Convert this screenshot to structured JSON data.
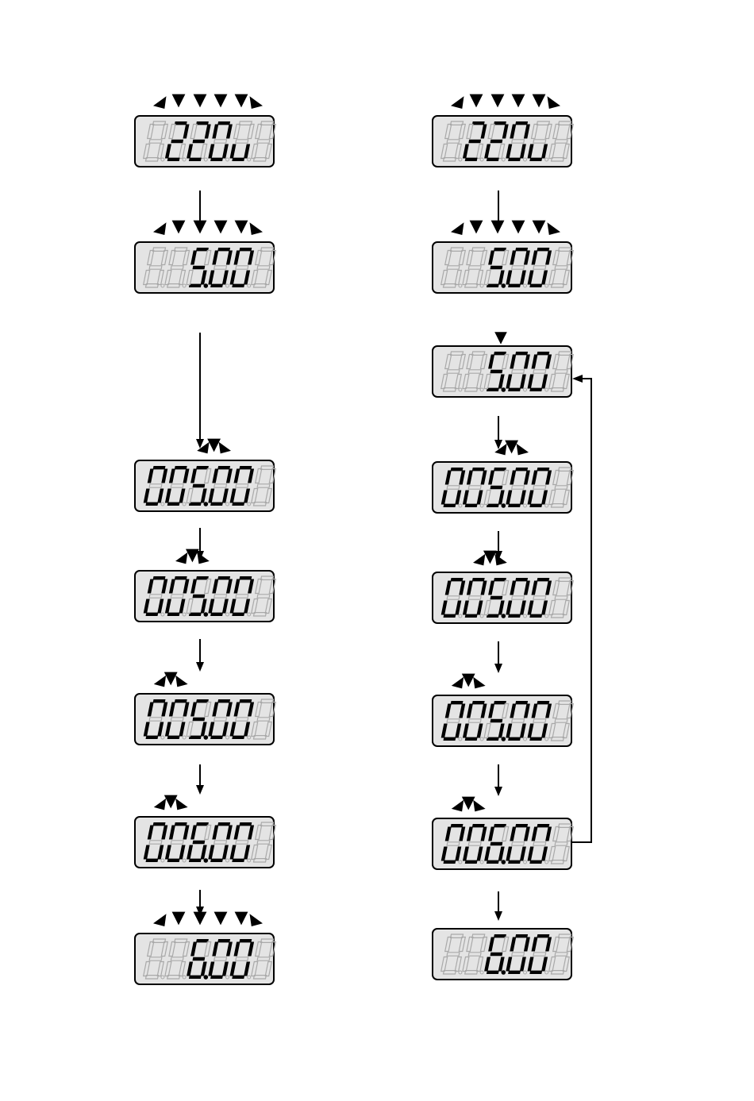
{
  "diagram": {
    "left_column": [
      {
        "id": "L1",
        "digits": [
          "",
          "2",
          "2",
          "0",
          "u",
          ""
        ],
        "indicators": "all"
      },
      {
        "id": "L2",
        "digits": [
          "",
          "",
          "5.",
          "0",
          "0",
          ""
        ],
        "indicators": "all"
      },
      {
        "id": "L3",
        "digits": [
          "0",
          "0",
          "5.",
          "0",
          "0",
          ""
        ],
        "indicators": "digit-3"
      },
      {
        "id": "L4",
        "digits": [
          "0",
          "0",
          "5.",
          "0",
          "0",
          ""
        ],
        "indicators": "digit-2"
      },
      {
        "id": "L5",
        "digits": [
          "0",
          "0",
          "5.",
          "0",
          "0",
          ""
        ],
        "indicators": "digit-1"
      },
      {
        "id": "L6",
        "digits": [
          "0",
          "0",
          "6.",
          "0",
          "0",
          ""
        ],
        "indicators": "digit-1"
      },
      {
        "id": "L7",
        "digits": [
          "",
          "",
          "6.",
          "0",
          "0",
          ""
        ],
        "indicators": "all"
      }
    ],
    "right_column": [
      {
        "id": "R1",
        "digits": [
          "",
          "2",
          "2",
          "0",
          "u",
          ""
        ],
        "indicators": "all"
      },
      {
        "id": "R2",
        "digits": [
          "",
          "",
          "5.",
          "0",
          "0",
          ""
        ],
        "indicators": "all"
      },
      {
        "id": "R3",
        "digits": [
          "",
          "",
          "5.",
          "0",
          "0",
          ""
        ],
        "indicators": "single"
      },
      {
        "id": "R4",
        "digits": [
          "0",
          "0",
          "5.",
          "0",
          "0",
          ""
        ],
        "indicators": "digit-3"
      },
      {
        "id": "R5",
        "digits": [
          "0",
          "0",
          "5.",
          "0",
          "0",
          ""
        ],
        "indicators": "digit-2"
      },
      {
        "id": "R6",
        "digits": [
          "0",
          "0",
          "5.",
          "0",
          "0",
          ""
        ],
        "indicators": "digit-1"
      },
      {
        "id": "R7",
        "digits": [
          "0",
          "0",
          "6.",
          "0",
          "0",
          ""
        ],
        "indicators": "digit-1"
      },
      {
        "id": "R8",
        "digits": [
          "",
          "",
          "6.",
          "0",
          "0",
          ""
        ],
        "indicators": "none"
      }
    ],
    "colors": {
      "panel": "#e4e4e4",
      "segment_on": "#000000",
      "segment_off": "#a9a9a9"
    }
  }
}
